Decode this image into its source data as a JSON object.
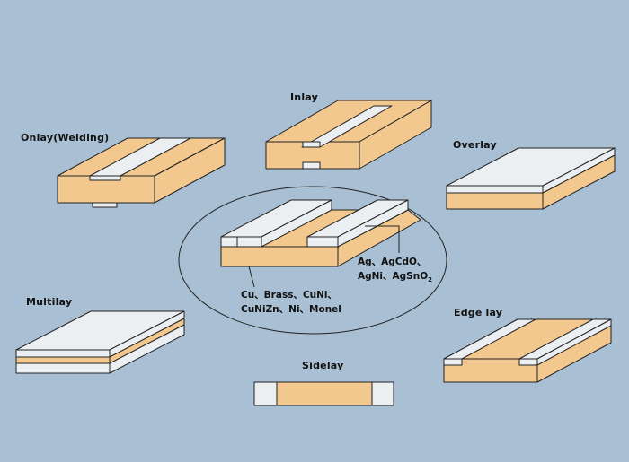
{
  "labels": {
    "onlay": "Onlay(Welding)",
    "inlay": "Inlay",
    "overlay": "Overlay",
    "multilay": "Multilay",
    "sidelay": "Sidelay",
    "edge_lay": "Edge lay"
  },
  "callouts": {
    "contact_line1": "Ag、AgCdO、",
    "contact_line2_prefix": "AgNi、AgSnO",
    "contact_line2_sub": "2",
    "base_line1": "Cu、Brass、CuNi、",
    "base_line2": "CuNiZn、Ni、Monel"
  },
  "colors": {
    "background": "#a9bfd3",
    "base_metal": "#f2c88f",
    "contact_metal": "#eceff2",
    "outline": "#222222"
  }
}
